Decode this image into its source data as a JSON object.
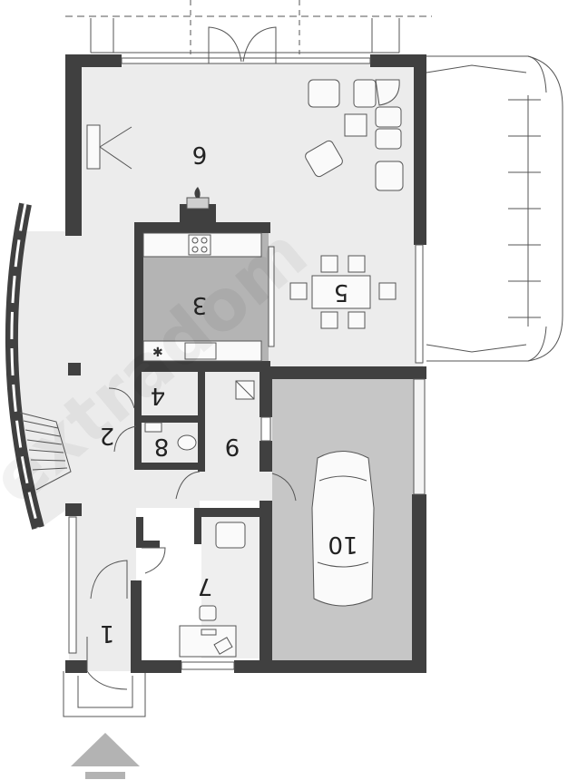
{
  "watermark": "extradom",
  "rooms": [
    {
      "id": "1",
      "label": "1"
    },
    {
      "id": "2",
      "label": "2"
    },
    {
      "id": "3",
      "label": "3"
    },
    {
      "id": "4",
      "label": "4"
    },
    {
      "id": "5",
      "label": "5"
    },
    {
      "id": "6",
      "label": "6"
    },
    {
      "id": "7",
      "label": "7"
    },
    {
      "id": "8",
      "label": "8"
    },
    {
      "id": "9",
      "label": "9"
    },
    {
      "id": "10",
      "label": "10"
    }
  ],
  "colors": {
    "wall": "#404040",
    "floor_light": "#ececec",
    "floor_kitchen": "#b4b4b4",
    "floor_garage": "#c6c6c6",
    "entrance_arrow": "#b3b3b3"
  }
}
